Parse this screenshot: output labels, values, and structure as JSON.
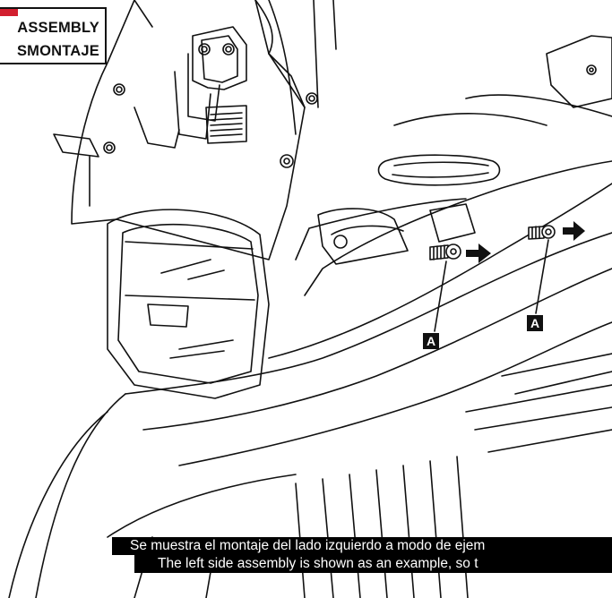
{
  "header": {
    "line1": "ASSEMBLY",
    "line2": "SMONTAJE",
    "accent_color": "#d21f2f"
  },
  "callouts": {
    "left": "A",
    "right": "A"
  },
  "caption": {
    "es": "Se muestra el montaje del lado izquierdo a modo de ejem",
    "en": "The left side assembly is shown as an example, so t"
  },
  "icons": [
    "arrow-right-icon",
    "screw-icon"
  ]
}
